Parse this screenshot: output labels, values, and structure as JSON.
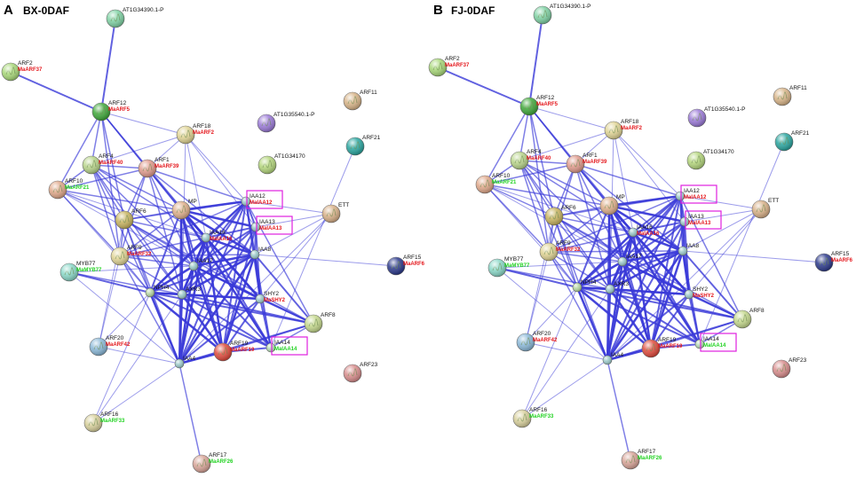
{
  "panels": [
    {
      "letter": "A",
      "title": "BX-0DAF"
    },
    {
      "letter": "B",
      "title": "FJ-0DAF"
    }
  ],
  "colors": {
    "edge": "#3a3ad8",
    "highlight_box": "#e020e0",
    "label_red": "#e4161b",
    "label_green": "#1fd21f"
  },
  "nodes": [
    {
      "id": "AT1G34390",
      "label": "AT1G34390.1-P",
      "sub": "",
      "sub_color": "",
      "color": "#7fd2a4",
      "big": true
    },
    {
      "id": "ARF2",
      "label": "ARF2",
      "sub": "MaARF37",
      "sub_color": "red",
      "color": "#a8d878",
      "big": true
    },
    {
      "id": "ARF12",
      "label": "ARF12",
      "sub": "MaARF5",
      "sub_color": "red",
      "color": "#3fa83a",
      "big": true
    },
    {
      "id": "ARF11",
      "label": "ARF11",
      "sub": "",
      "sub_color": "",
      "color": "#d8b488",
      "big": true
    },
    {
      "id": "AT1G35540",
      "label": "AT1G35540.1-P",
      "sub": "",
      "sub_color": "",
      "color": "#9b7ad8",
      "big": true
    },
    {
      "id": "ARF18",
      "label": "ARF18",
      "sub": "MaARF2",
      "sub_color": "red",
      "color": "#e0d494",
      "big": true
    },
    {
      "id": "ARF21",
      "label": "ARF21",
      "sub": "",
      "sub_color": "",
      "color": "#2aa6a0",
      "big": true
    },
    {
      "id": "ARF4",
      "label": "ARF4",
      "sub": "MaARF40",
      "sub_color": "red",
      "color": "#b8d48a",
      "big": true
    },
    {
      "id": "ARF1",
      "label": "ARF1",
      "sub": "MaARF39",
      "sub_color": "red",
      "color": "#e09a8c",
      "big": true
    },
    {
      "id": "AT1G34170",
      "label": "AT1G34170",
      "sub": "",
      "sub_color": "",
      "color": "#b4d67c",
      "big": true
    },
    {
      "id": "ARF10",
      "label": "ARF10",
      "sub": "MaARF21",
      "sub_color": "green",
      "color": "#e0a88a",
      "big": true
    },
    {
      "id": "IAA12",
      "label": "IAA12",
      "sub": "MaIAA12",
      "sub_color": "red",
      "color": "#9ac8c8",
      "big": false,
      "boxed": true
    },
    {
      "id": "MP",
      "label": "MP",
      "sub": "",
      "sub_color": "",
      "color": "#e0b08c",
      "big": true
    },
    {
      "id": "ETT",
      "label": "ETT",
      "sub": "",
      "sub_color": "",
      "color": "#d8b088",
      "big": true
    },
    {
      "id": "ARF6",
      "label": "ARF6",
      "sub": "",
      "sub_color": "",
      "color": "#c8b460",
      "big": true
    },
    {
      "id": "IAA13",
      "label": "IAA13",
      "sub": "MaIAA13",
      "sub_color": "red",
      "color": "#9ac8c8",
      "big": false,
      "boxed": true
    },
    {
      "id": "IAA16",
      "label": "IAA16",
      "sub": "MaIAA16",
      "sub_color": "red",
      "color": "#9ac8c8",
      "big": false
    },
    {
      "id": "ARF9",
      "label": "ARF9",
      "sub": "MaARF32",
      "sub_color": "red",
      "color": "#e0d494",
      "big": true
    },
    {
      "id": "IAA8",
      "label": "IAA8",
      "sub": "",
      "sub_color": "",
      "color": "#9ac8c8",
      "big": false
    },
    {
      "id": "ARF15",
      "label": "ARF15",
      "sub": "MaARF6",
      "sub_color": "red",
      "color": "#2c3a8c",
      "big": true
    },
    {
      "id": "MYB77",
      "label": "MYB77",
      "sub": "MaMYB77",
      "sub_color": "green",
      "color": "#8ad8c8",
      "big": true
    },
    {
      "id": "IAA17",
      "label": "IAA17",
      "sub": "",
      "sub_color": "",
      "color": "#9ac8c8",
      "big": false
    },
    {
      "id": "NPH4",
      "label": "NPH4",
      "sub": "",
      "sub_color": "",
      "color": "#b4d4a0",
      "big": false
    },
    {
      "id": "AXR3",
      "label": "AXR3",
      "sub": "",
      "sub_color": "",
      "color": "#9ac8c8",
      "big": false
    },
    {
      "id": "SHY2",
      "label": "SHY2",
      "sub": "MaSHY2",
      "sub_color": "red",
      "color": "#9ac8c8",
      "big": false
    },
    {
      "id": "ARF8",
      "label": "ARF8",
      "sub": "",
      "sub_color": "",
      "color": "#c4d88c",
      "big": true
    },
    {
      "id": "ARF20",
      "label": "ARF20",
      "sub": "MaARF42",
      "sub_color": "red",
      "color": "#8ab8d8",
      "big": true
    },
    {
      "id": "ARF19",
      "label": "ARF19",
      "sub": "MaARF19",
      "sub_color": "red",
      "color": "#e04a3c",
      "big": true
    },
    {
      "id": "IAA14",
      "label": "IAA14",
      "sub": "MaIAA14",
      "sub_color": "green",
      "color": "#b4d8b4",
      "big": false,
      "boxed": true
    },
    {
      "id": "IAA4",
      "label": "IAA4",
      "sub": "",
      "sub_color": "",
      "color": "#9ac8c8",
      "big": false
    },
    {
      "id": "ARF23",
      "label": "ARF23",
      "sub": "",
      "sub_color": "",
      "color": "#d88c8c",
      "big": true
    },
    {
      "id": "ARF16",
      "label": "ARF16",
      "sub": "MaARF33",
      "sub_color": "green",
      "color": "#d8d09c",
      "big": true
    },
    {
      "id": "ARF17",
      "label": "ARF17",
      "sub": "MaARF26",
      "sub_color": "green",
      "color": "#d8a498",
      "big": true
    }
  ],
  "edges": [
    [
      "AT1G34390",
      "ARF12",
      2
    ],
    [
      "ARF2",
      "ARF12",
      2
    ],
    [
      "ARF12",
      "ARF4",
      1.5
    ],
    [
      "ARF12",
      "ARF1",
      1.5
    ],
    [
      "ARF12",
      "ARF10",
      1.5
    ],
    [
      "ARF12",
      "ARF6",
      1.5
    ],
    [
      "ARF12",
      "MP",
      1.5
    ],
    [
      "ARF12",
      "ARF9",
      1.5
    ],
    [
      "ARF12",
      "IAA16",
      1.5
    ],
    [
      "ARF12",
      "ARF18",
      1
    ],
    [
      "ARF18",
      "ARF4",
      1
    ],
    [
      "ARF18",
      "ARF1",
      1
    ],
    [
      "ARF18",
      "IAA12",
      1
    ],
    [
      "ARF18",
      "IAA13",
      1
    ],
    [
      "ARF18",
      "IAA16",
      1
    ],
    [
      "ARF18",
      "AXR3",
      1
    ],
    [
      "ARF4",
      "ARF1",
      1.5
    ],
    [
      "ARF4",
      "ARF10",
      1.5
    ],
    [
      "ARF4",
      "ARF6",
      1.5
    ],
    [
      "ARF4",
      "MP",
      1.5
    ],
    [
      "ARF4",
      "ARF9",
      1.5
    ],
    [
      "ARF4",
      "IAA16",
      1.5
    ],
    [
      "ARF4",
      "IAA17",
      1.5
    ],
    [
      "ARF4",
      "AXR3",
      1.5
    ],
    [
      "ARF4",
      "NPH4",
      1.5
    ],
    [
      "ARF1",
      "ARF10",
      1.5
    ],
    [
      "ARF1",
      "ARF6",
      1.5
    ],
    [
      "ARF1",
      "MP",
      1.5
    ],
    [
      "ARF1",
      "IAA12",
      1.5
    ],
    [
      "ARF1",
      "IAA16",
      1.5
    ],
    [
      "ARF1",
      "IAA17",
      1.5
    ],
    [
      "ARF1",
      "AXR3",
      1.5
    ],
    [
      "ARF1",
      "ARF9",
      1.5
    ],
    [
      "ARF1",
      "IAA8",
      1.5
    ],
    [
      "ARF10",
      "ARF6",
      1.5
    ],
    [
      "ARF10",
      "MP",
      1.5
    ],
    [
      "ARF10",
      "ARF9",
      1.5
    ],
    [
      "ARF10",
      "IAA16",
      1
    ],
    [
      "ARF10",
      "NPH4",
      1
    ],
    [
      "ARF10",
      "IAA17",
      1
    ],
    [
      "MP",
      "IAA12",
      2.5
    ],
    [
      "MP",
      "IAA13",
      2.5
    ],
    [
      "MP",
      "IAA16",
      2.5
    ],
    [
      "MP",
      "IAA8",
      2.5
    ],
    [
      "MP",
      "IAA17",
      2.5
    ],
    [
      "MP",
      "AXR3",
      2.5
    ],
    [
      "MP",
      "SHY2",
      2.5
    ],
    [
      "MP",
      "IAA14",
      2.5
    ],
    [
      "MP",
      "IAA4",
      2
    ],
    [
      "MP",
      "ARF6",
      1.5
    ],
    [
      "MP",
      "ARF9",
      1.5
    ],
    [
      "MP",
      "NPH4",
      2
    ],
    [
      "MP",
      "ARF19",
      2
    ],
    [
      "ARF6",
      "ARF9",
      1.5
    ],
    [
      "ARF6",
      "IAA16",
      1.5
    ],
    [
      "ARF6",
      "IAA17",
      1.5
    ],
    [
      "ARF6",
      "AXR3",
      1.5
    ],
    [
      "ARF6",
      "NPH4",
      1.5
    ],
    [
      "ARF6",
      "ARF8",
      1.5
    ],
    [
      "ARF6",
      "IAA4",
      1.5
    ],
    [
      "ARF6",
      "IAA12",
      1.5
    ],
    [
      "ARF6",
      "SHY2",
      1.5
    ],
    [
      "ARF9",
      "IAA16",
      1.5
    ],
    [
      "ARF9",
      "IAA17",
      1.5
    ],
    [
      "ARF9",
      "NPH4",
      1.5
    ],
    [
      "ARF9",
      "AXR3",
      1.5
    ],
    [
      "ARF9",
      "IAA4",
      1.5
    ],
    [
      "ARF9",
      "IAA12",
      1.5
    ],
    [
      "ARF9",
      "IAA8",
      1.5
    ],
    [
      "IAA12",
      "IAA13",
      2
    ],
    [
      "IAA12",
      "IAA8",
      2
    ],
    [
      "IAA12",
      "IAA16",
      2
    ],
    [
      "IAA12",
      "IAA17",
      2
    ],
    [
      "IAA12",
      "AXR3",
      2
    ],
    [
      "IAA12",
      "SHY2",
      2
    ],
    [
      "IAA12",
      "IAA4",
      2
    ],
    [
      "IAA12",
      "ARF19",
      2
    ],
    [
      "IAA12",
      "NPH4",
      2
    ],
    [
      "IAA12",
      "ETT",
      1
    ],
    [
      "IAA12",
      "ARF8",
      1.5
    ],
    [
      "IAA13",
      "IAA8",
      2
    ],
    [
      "IAA13",
      "IAA16",
      2
    ],
    [
      "IAA13",
      "IAA17",
      2
    ],
    [
      "IAA13",
      "AXR3",
      2
    ],
    [
      "IAA13",
      "SHY2",
      2
    ],
    [
      "IAA13",
      "ARF19",
      2
    ],
    [
      "IAA13",
      "IAA4",
      2
    ],
    [
      "IAA13",
      "ETT",
      1
    ],
    [
      "IAA16",
      "IAA17",
      2.5
    ],
    [
      "IAA16",
      "IAA8",
      2.5
    ],
    [
      "IAA16",
      "AXR3",
      2.5
    ],
    [
      "IAA16",
      "NPH4",
      2.5
    ],
    [
      "IAA16",
      "SHY2",
      2.5
    ],
    [
      "IAA16",
      "IAA4",
      2.5
    ],
    [
      "IAA16",
      "ARF19",
      2.5
    ],
    [
      "IAA16",
      "IAA14",
      2
    ],
    [
      "IAA8",
      "IAA17",
      2.5
    ],
    [
      "IAA8",
      "AXR3",
      2.5
    ],
    [
      "IAA8",
      "SHY2",
      2.5
    ],
    [
      "IAA8",
      "IAA4",
      2.5
    ],
    [
      "IAA8",
      "ARF19",
      2.5
    ],
    [
      "IAA8",
      "NPH4",
      2
    ],
    [
      "IAA8",
      "ARF15",
      1
    ],
    [
      "IAA8",
      "ETT",
      1
    ],
    [
      "IAA8",
      "ARF8",
      2
    ],
    [
      "IAA8",
      "IAA14",
      2
    ],
    [
      "IAA17",
      "AXR3",
      2.5
    ],
    [
      "IAA17",
      "NPH4",
      2.5
    ],
    [
      "IAA17",
      "SHY2",
      2.5
    ],
    [
      "IAA17",
      "IAA4",
      2.5
    ],
    [
      "IAA17",
      "ARF19",
      2.5
    ],
    [
      "IAA17",
      "IAA14",
      2
    ],
    [
      "IAA17",
      "ARF8",
      2
    ],
    [
      "NPH4",
      "AXR3",
      2.5
    ],
    [
      "NPH4",
      "SHY2",
      2
    ],
    [
      "NPH4",
      "IAA4",
      2.5
    ],
    [
      "NPH4",
      "ARF19",
      2.5
    ],
    [
      "NPH4",
      "ARF8",
      2
    ],
    [
      "NPH4",
      "IAA14",
      2
    ],
    [
      "AXR3",
      "SHY2",
      2.5
    ],
    [
      "AXR3",
      "IAA4",
      2.5
    ],
    [
      "AXR3",
      "ARF19",
      2.5
    ],
    [
      "AXR3",
      "IAA14",
      2
    ],
    [
      "AXR3",
      "ARF8",
      2
    ],
    [
      "SHY2",
      "IAA4",
      2
    ],
    [
      "SHY2",
      "ARF19",
      2
    ],
    [
      "SHY2",
      "ARF8",
      2
    ],
    [
      "SHY2",
      "IAA14",
      2
    ],
    [
      "ARF8",
      "IAA4",
      2
    ],
    [
      "ARF8",
      "IAA14",
      1.5
    ],
    [
      "ARF8",
      "ARF19",
      1.5
    ],
    [
      "ARF19",
      "IAA4",
      2.5
    ],
    [
      "ARF19",
      "IAA14",
      2
    ],
    [
      "MYB77",
      "NPH4",
      2
    ],
    [
      "MYB77",
      "AXR3",
      1.5
    ],
    [
      "MYB77",
      "IAA4",
      1
    ],
    [
      "MYB77",
      "IAA17",
      1
    ],
    [
      "ARF20",
      "IAA4",
      1
    ],
    [
      "ARF20",
      "ARF6",
      1
    ],
    [
      "ARF20",
      "ARF9",
      1
    ],
    [
      "ARF20",
      "NPH4",
      1
    ],
    [
      "ARF16",
      "IAA4",
      1
    ],
    [
      "ARF16",
      "AXR3",
      1
    ],
    [
      "ARF16",
      "NPH4",
      1
    ],
    [
      "ARF17",
      "IAA4",
      1.5
    ],
    [
      "ETT",
      "SHY2",
      1
    ],
    [
      "ETT",
      "IAA4",
      1
    ],
    [
      "ARF21",
      "IAA14",
      1
    ]
  ]
}
